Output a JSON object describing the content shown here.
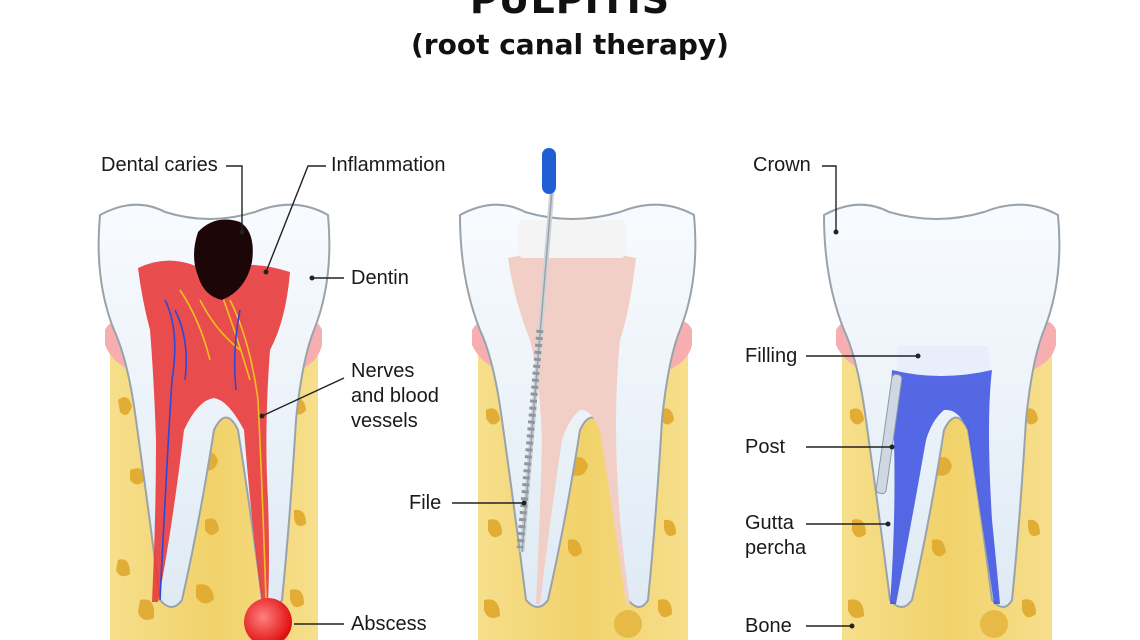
{
  "title": "PULPITIS",
  "subtitle": "(root canal therapy)",
  "labels": {
    "dental_caries": "Dental caries",
    "inflammation": "Inflammation",
    "dentin": "Dentin",
    "nerves_line1": "Nerves",
    "nerves_line2": "and blood",
    "nerves_line3": "vessels",
    "abscess": "Abscess",
    "file": "File",
    "crown": "Crown",
    "filling": "Filling",
    "post": "Post",
    "gutta_line1": "Gutta",
    "gutta_line2": "percha",
    "bone": "Bone"
  },
  "colors": {
    "bone": "#f3d77a",
    "bone_pore": "#e4b23a",
    "gum": "#f7b5b5",
    "tooth": "#eaf3fa",
    "pulp": "#e8383a",
    "cleaned_pulp": "#f3d2cc",
    "filling_material": "#3a4fe0",
    "file_handle": "#1f5fd6"
  },
  "icons": {
    "caries": "caries-blob",
    "file_tool": "endodontic-file-icon",
    "post_rod": "post-rod"
  }
}
